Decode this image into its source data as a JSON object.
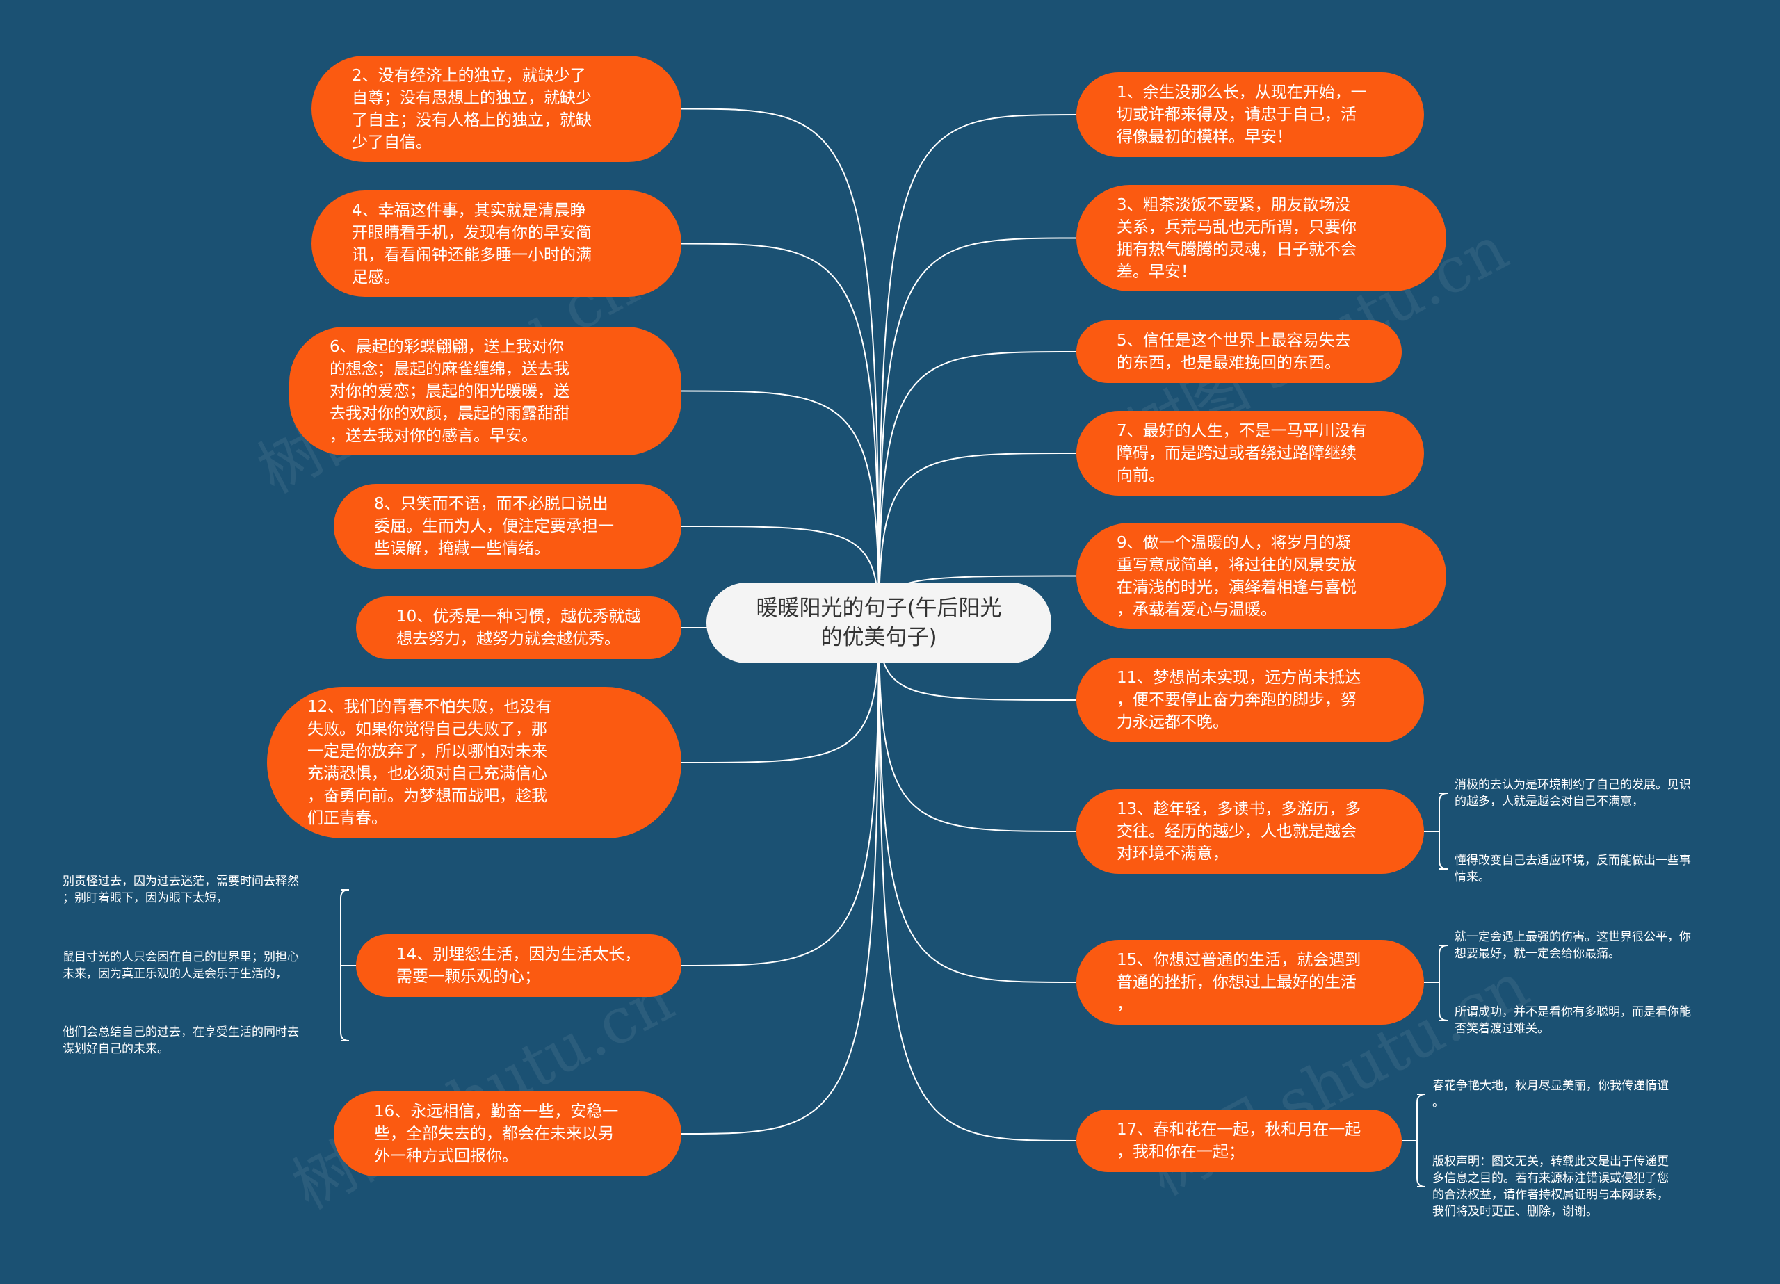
{
  "colors": {
    "background": "#1b5173",
    "node_fill": "#fb5a11",
    "center_fill": "#f4f4f4",
    "line": "#ffffff"
  },
  "center": {
    "text": "暖暖阳光的句子(午后阳光\n的优美句子)"
  },
  "left_nodes": [
    {
      "id": "n2",
      "text": "2、没有经济上的独立，就缺少了\n自尊；没有思想上的独立，就缺少\n了自主；没有人格上的独立，就缺\n少了自信。"
    },
    {
      "id": "n4",
      "text": "4、幸福这件事，其实就是清晨睁\n开眼睛看手机，发现有你的早安简\n讯，看看闹钟还能多睡一小时的满\n足感。"
    },
    {
      "id": "n6",
      "text": "6、晨起的彩蝶翩翩，送上我对你\n的想念；晨起的麻雀缠绵，送去我\n对你的爱恋；晨起的阳光暖暖，送\n去我对你的欢颜，晨起的雨露甜甜\n，送去我对你的感言。早安。"
    },
    {
      "id": "n8",
      "text": "8、只笑而不语，而不必脱口说出\n委屈。生而为人，便注定要承担一\n些误解，掩藏一些情绪。"
    },
    {
      "id": "n10",
      "text": "10、优秀是一种习惯，越优秀就越\n想去努力，越努力就会越优秀。"
    },
    {
      "id": "n12",
      "text": "12、我们的青春不怕失败，也没有\n失败。如果你觉得自己失败了，那\n一定是你放弃了，所以哪怕对未来\n充满恐惧，也必须对自己充满信心\n，奋勇向前。为梦想而战吧，趁我\n们正青春。"
    },
    {
      "id": "n14",
      "text": "14、别埋怨生活，因为生活太长，\n需要一颗乐观的心；"
    },
    {
      "id": "n16",
      "text": "16、永远相信，勤奋一些，安稳一\n些，全部失去的，都会在未来以另\n外一种方式回报你。"
    }
  ],
  "right_nodes": [
    {
      "id": "n1",
      "text": "1、余生没那么长，从现在开始，一\n切或许都来得及，请忠于自己，活\n得像最初的模样。早安！"
    },
    {
      "id": "n3",
      "text": "3、粗茶淡饭不要紧，朋友散场没\n关系，兵荒马乱也无所谓，只要你\n拥有热气腾腾的灵魂，日子就不会\n差。早安！"
    },
    {
      "id": "n5",
      "text": "5、信任是这个世界上最容易失去\n的东西，也是最难挽回的东西。"
    },
    {
      "id": "n7",
      "text": "7、最好的人生，不是一马平川没有\n障碍，而是跨过或者绕过路障继续\n向前。"
    },
    {
      "id": "n9",
      "text": "9、做一个温暖的人，将岁月的凝\n重写意成简单，将过往的风景安放\n在清浅的时光，演绎着相逢与喜悦\n，承载着爱心与温暖。"
    },
    {
      "id": "n11",
      "text": "11、梦想尚未实现，远方尚未抵达\n，便不要停止奋力奔跑的脚步，努\n力永远都不晚。"
    },
    {
      "id": "n13",
      "text": "13、趁年轻，多读书，多游历，多\n交往。经历的越少，人也就是越会\n对环境不满意，"
    },
    {
      "id": "n15",
      "text": "15、你想过普通的生活，就会遇到\n普通的挫折，你想过上最好的生活\n，"
    },
    {
      "id": "n17",
      "text": "17、春和花在一起，秋和月在一起\n，我和你在一起；"
    }
  ],
  "leaves": {
    "n14": [
      "别责怪过去，因为过去迷茫，需要时间去释然\n；别盯着眼下，因为眼下太短，",
      "鼠目寸光的人只会困在自己的世界里；别担心\n未来，因为真正乐观的人是会乐于生活的，",
      "他们会总结自己的过去，在享受生活的同时去\n谋划好自己的未来。"
    ],
    "n13": [
      "消极的去认为是环境制约了自己的发展。见识\n的越多，人就是越会对自己不满意，",
      "懂得改变自己去适应环境，反而能做出一些事\n情来。"
    ],
    "n15": [
      "就一定会遇上最强的伤害。这世界很公平，你\n想要最好，就一定会给你最痛。",
      "所谓成功，并不是看你有多聪明，而是看你能\n否笑着渡过难关。"
    ],
    "n17": [
      "春花争艳大地，秋月尽显美丽，你我传递情谊\n。",
      "版权声明：图文无关，转载此文是出于传递更\n多信息之目的。若有来源标注错误或侵犯了您\n的合法权益，请作者持权属证明与本网联系，\n我们将及时更正、删除，谢谢。"
    ]
  },
  "watermark": "树图 shutu.cn"
}
